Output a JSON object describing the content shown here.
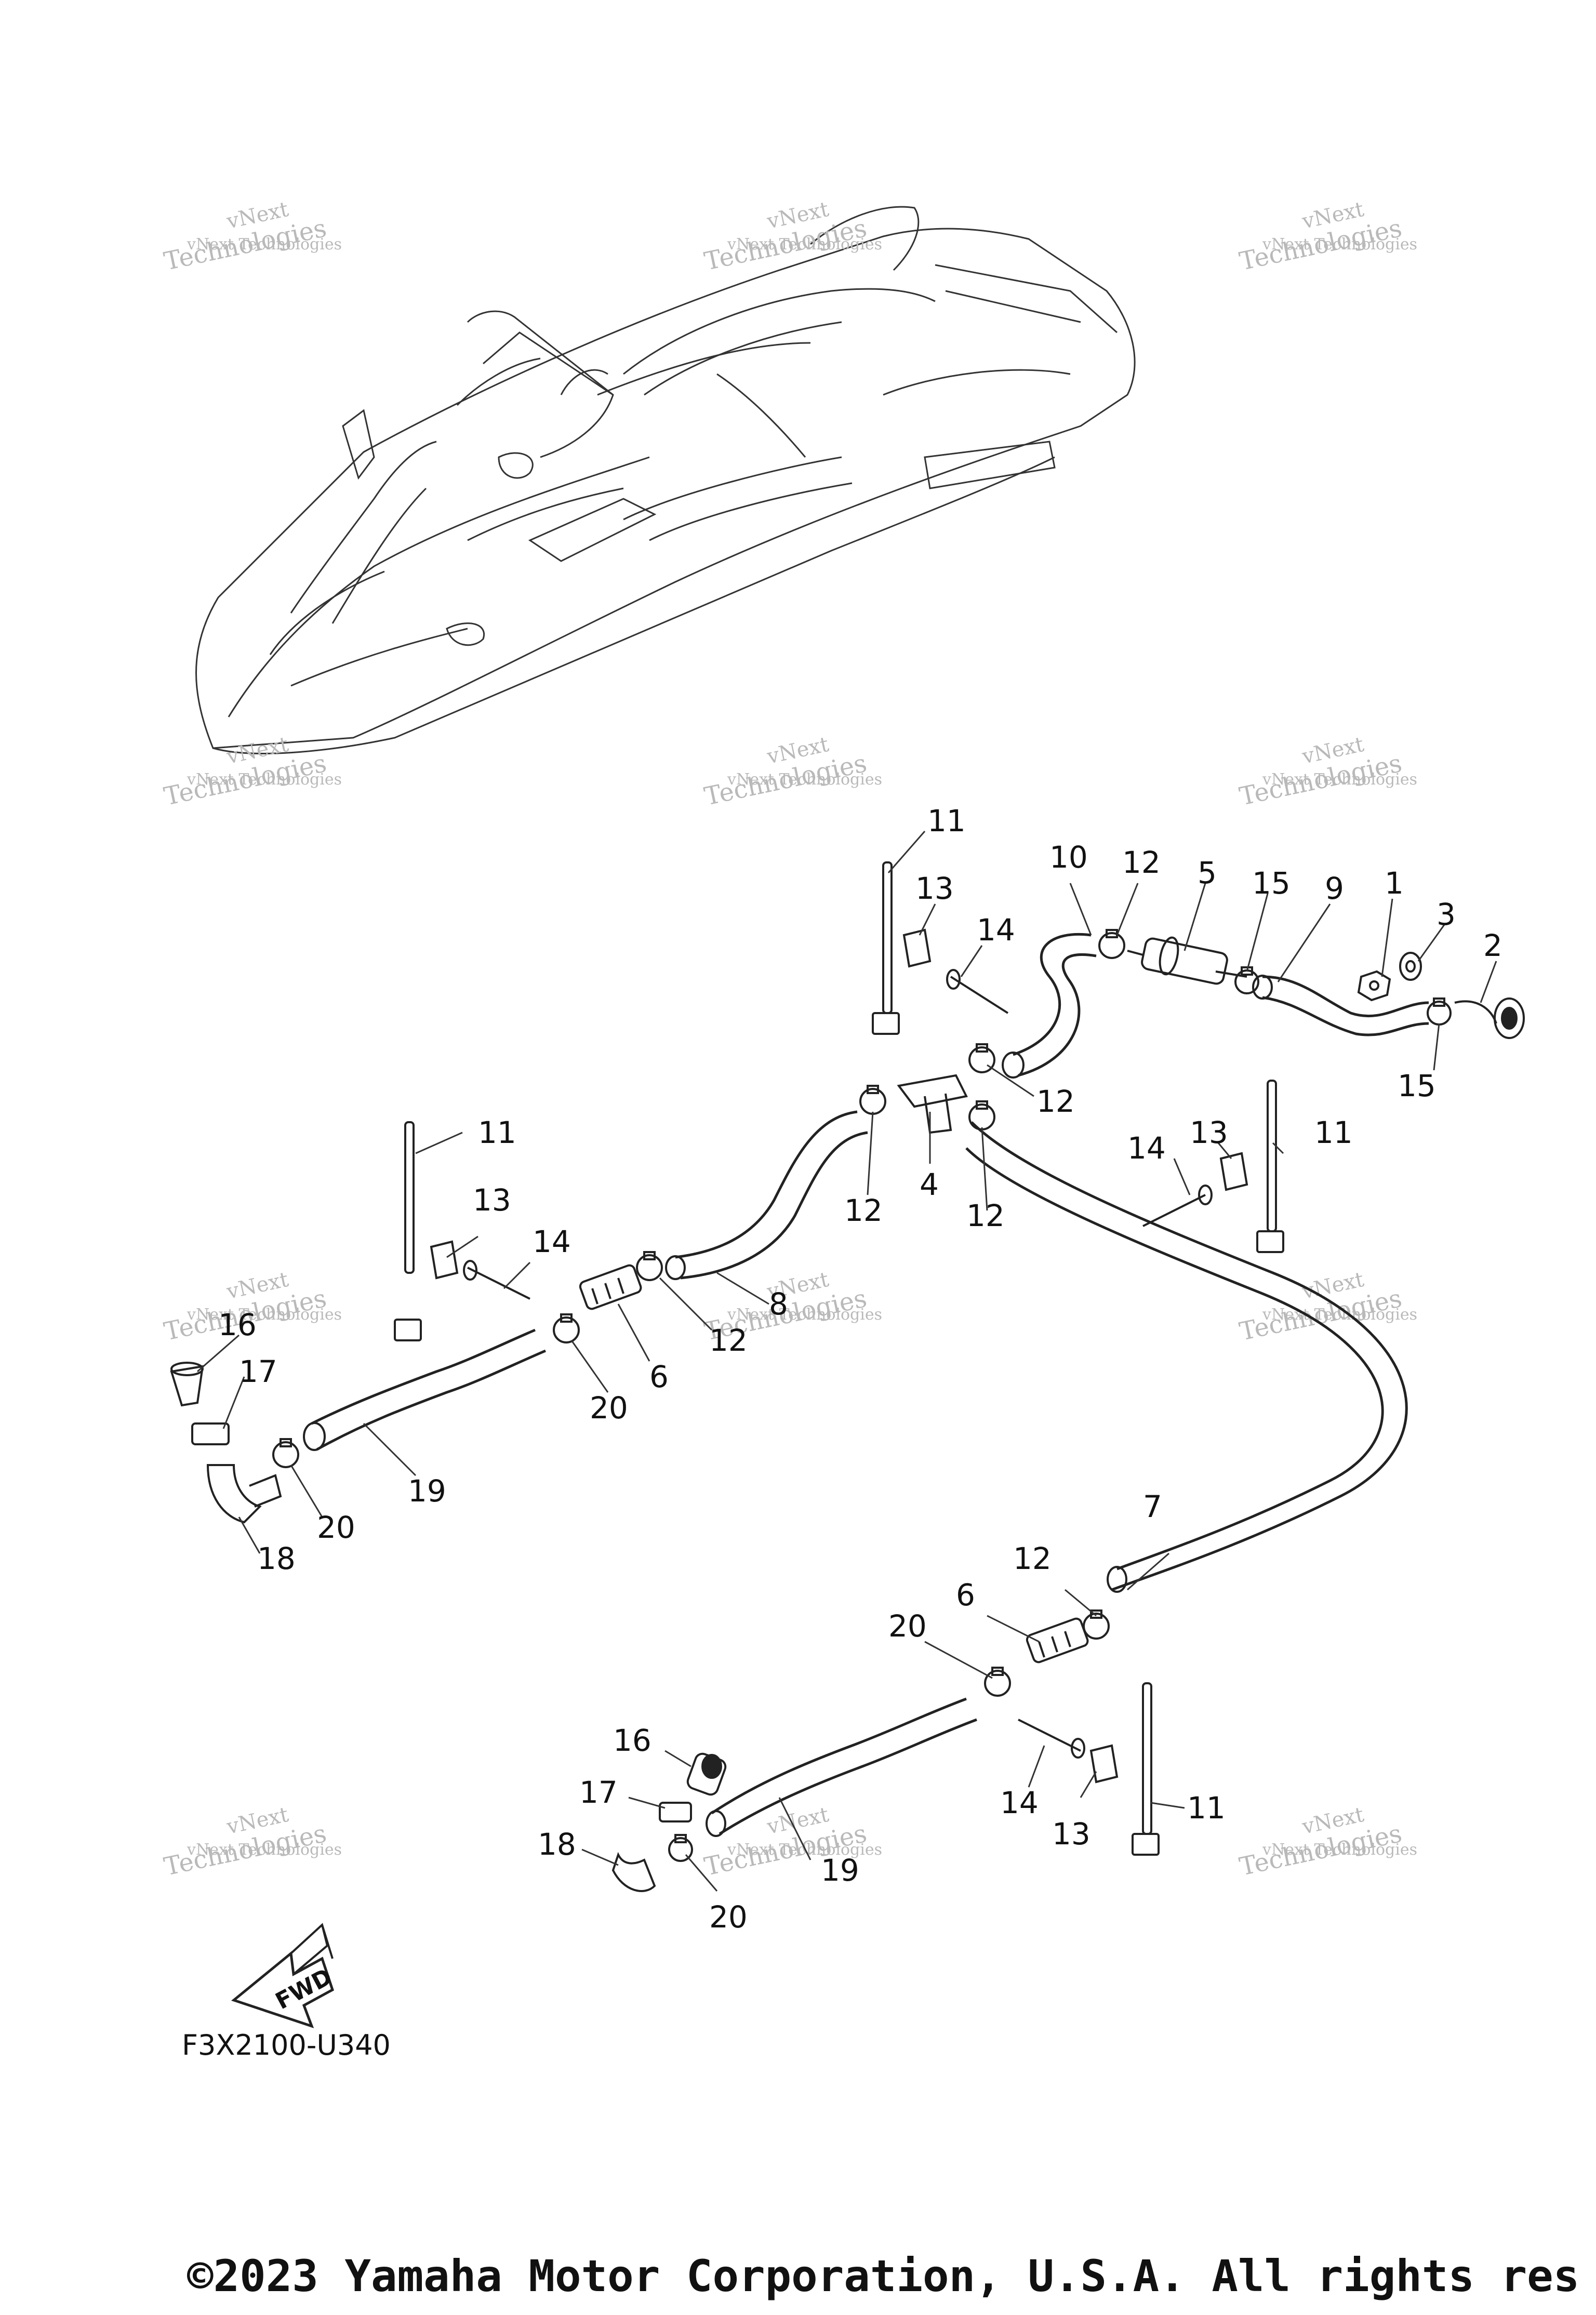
{
  "callouts": {
    "c1": "1",
    "c2": "2",
    "c3": "3",
    "c4": "4",
    "c5": "5",
    "c6a": "6",
    "c6b": "6",
    "c7": "7",
    "c8": "8",
    "c9": "9",
    "c10": "10",
    "c11a": "11",
    "c11b": "11",
    "c11c": "11",
    "c11d": "11",
    "c12a": "12",
    "c12b": "12",
    "c12c": "12",
    "c12d": "12",
    "c12e": "12",
    "c12f": "12",
    "c13a": "13",
    "c13b": "13",
    "c13c": "13",
    "c13d": "13",
    "c14a": "14",
    "c14b": "14",
    "c14c": "14",
    "c14d": "14",
    "c15a": "15",
    "c15b": "15",
    "c16a": "16",
    "c16b": "16",
    "c17a": "17",
    "c17b": "17",
    "c18a": "18",
    "c18b": "18",
    "c19a": "19",
    "c19b": "19",
    "c20a": "20",
    "c20b": "20",
    "c20c": "20"
  },
  "watermark": {
    "line1": "vNext",
    "line2": "vNext Technologies",
    "line3": "Technologies"
  },
  "fwd_label": "FWD",
  "diagram_code": "F3X2100-U340",
  "copyright": "©2023 Yamaha Motor Corporation, U.S.A. All rights res"
}
